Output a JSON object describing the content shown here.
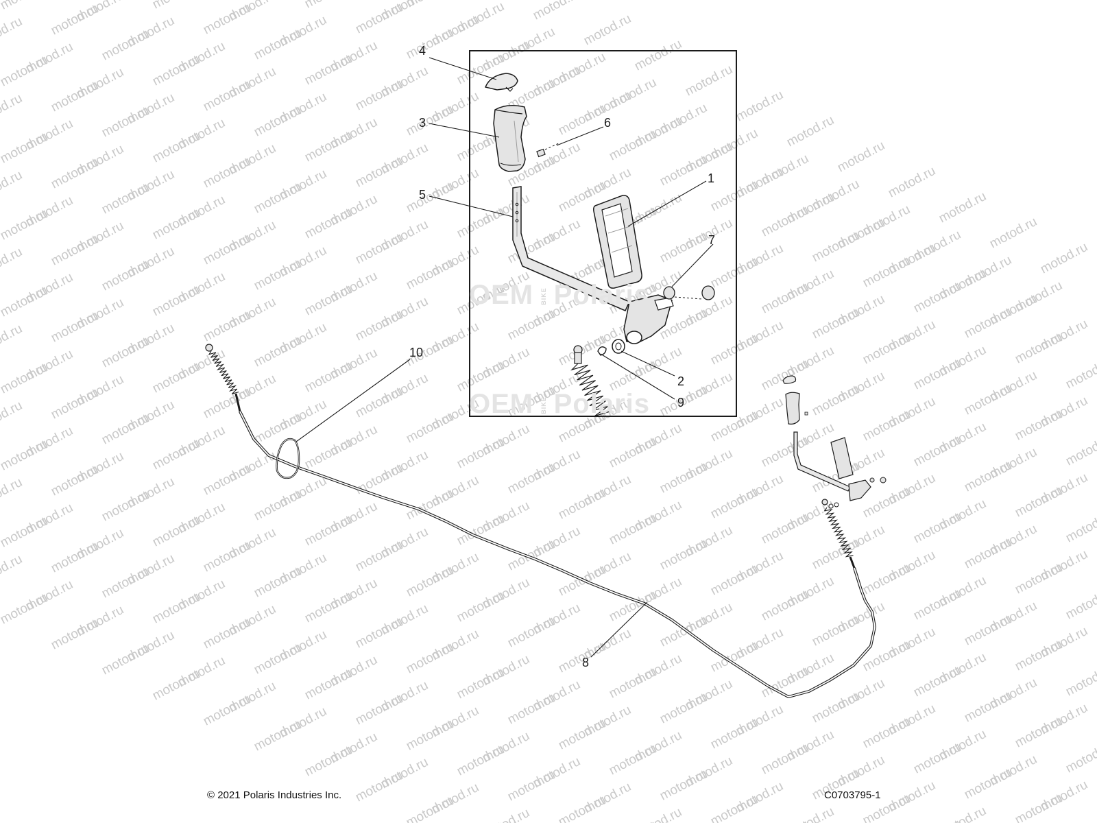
{
  "watermark": {
    "text": "motod.ru",
    "logo_main": "OEM",
    "logo_sub": "BIKE",
    "logo_brand": "Polaris"
  },
  "callouts": [
    {
      "id": "1",
      "label": "1"
    },
    {
      "id": "2",
      "label": "2"
    },
    {
      "id": "3",
      "label": "3"
    },
    {
      "id": "4",
      "label": "4"
    },
    {
      "id": "5",
      "label": "5"
    },
    {
      "id": "6",
      "label": "6"
    },
    {
      "id": "7",
      "label": "7"
    },
    {
      "id": "8",
      "label": "8"
    },
    {
      "id": "9",
      "label": "9"
    },
    {
      "id": "10",
      "label": "10"
    }
  ],
  "footer": {
    "copyright": "© 2021 Polaris Industries Inc.",
    "drawing_number": "C0703795-1"
  },
  "colors": {
    "line": "#1a1a1a",
    "part_fill": "#e6e6e6",
    "watermark": "#c9c9c9",
    "logo": "#e4e4e4"
  }
}
